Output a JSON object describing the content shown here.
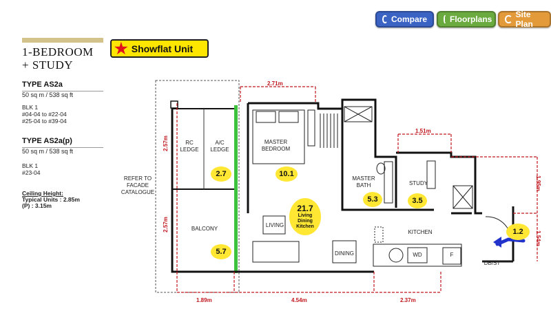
{
  "toolbar": {
    "compare": "Compare",
    "floorplans": "Floorplans",
    "site_plan": "Site Plan",
    "compare_color": "#3a63c4",
    "floorplans_color": "#6aaa3f",
    "site_plan_color": "#e39a3a"
  },
  "unit": {
    "title_line1": "1-BEDROOM",
    "title_line2": "+ STUDY",
    "showflat_label": "Showflat Unit"
  },
  "types": [
    {
      "name": "TYPE AS2a",
      "area": "50 sq m / 538 sq ft",
      "blk": "BLK 1",
      "units1": "#04-04 to #22-04",
      "units2": "#25-04 to #39-04"
    },
    {
      "name": "TYPE AS2a(p)",
      "area": "50 sq m / 538 sq ft",
      "blk": "BLK 1",
      "units1": "#23-04",
      "units2": ""
    }
  ],
  "ceiling": {
    "label": "Ceiling Height:",
    "typical": "Typical Units : 2.85m",
    "p": "(P) : 3.15m"
  },
  "plan": {
    "facade_note": "REFER TO\nFACADE\nCATALOGUE",
    "rooms": {
      "rc_ledge": "RC\nLEDGE",
      "ac_ledge": "A/C\nLEDGE",
      "master_bedroom": "MASTER\nBEDROOM",
      "master_bath": "MASTER\nBATH",
      "study": "STUDY",
      "balcony": "BALCONY",
      "living": "LIVING",
      "dining": "DINING",
      "kitchen": "KITCHEN",
      "wd": "WD",
      "fridge": "F",
      "dbst": "DB/ST"
    },
    "areas": {
      "ledge": "2.7",
      "master_bedroom": "10.1",
      "master_bath": "5.3",
      "study": "3.5",
      "balcony": "5.7",
      "living_dining": "21.7",
      "living_dining_label": "Living\nDining\nKitchen",
      "entry": "1.2"
    },
    "dims": {
      "top_bedroom": "2.71m",
      "top_study": "1.51m",
      "left_upper": "2.57m",
      "left_lower": "2.57m",
      "right_upper": "1.95m",
      "right_lower": "1.54m",
      "bottom_balcony": "1.89m",
      "bottom_living": "4.54m",
      "bottom_kitchen": "2.37m"
    }
  }
}
